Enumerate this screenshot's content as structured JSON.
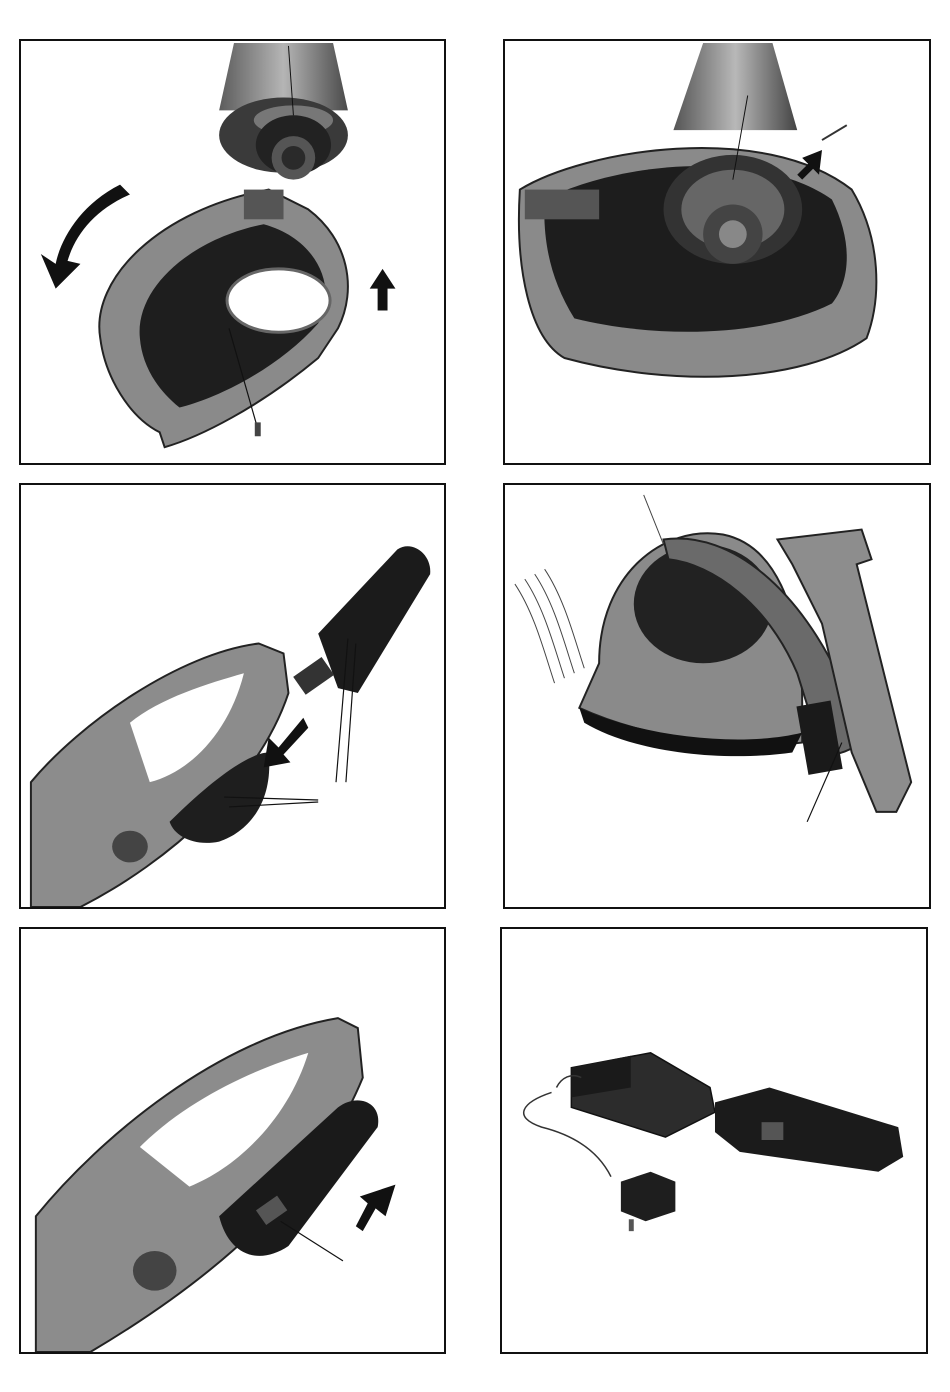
{
  "figures": [
    {
      "id": "fig-1",
      "subject": "guard-removal"
    },
    {
      "id": "fig-2",
      "subject": "guard-fitted"
    },
    {
      "id": "fig-3",
      "subject": "battery-insertion"
    },
    {
      "id": "fig-4",
      "subject": "trimmer-head-and-handle"
    },
    {
      "id": "fig-5",
      "subject": "battery-installed"
    },
    {
      "id": "fig-6",
      "subject": "charger-and-battery"
    }
  ],
  "colors": {
    "border": "#111111",
    "body_light": "#9a9a9a",
    "body_mid": "#6e6e6e",
    "body_dark": "#2b2b2b",
    "black": "#151515"
  }
}
